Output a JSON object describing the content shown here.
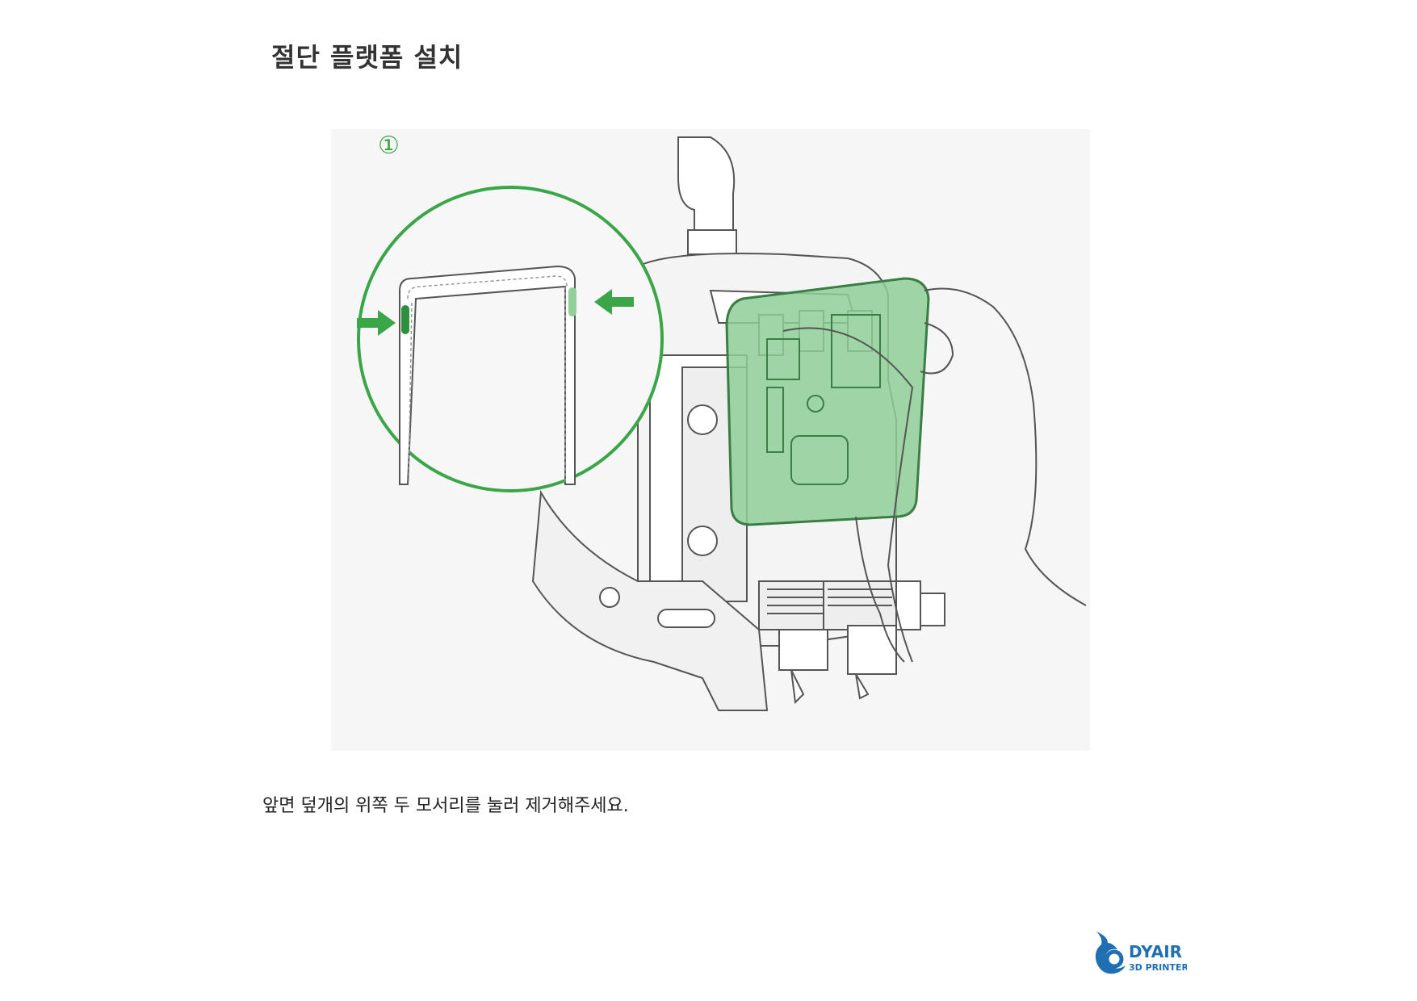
{
  "page": {
    "title": "절단 플랫폼 설치",
    "step_number": "①",
    "instruction": "앞면 덮개의 위쪽 두 모서리를 눌러 제거해주세요."
  },
  "logo": {
    "brand": "DYAIR",
    "subtitle": "3D PRINTER"
  },
  "colors": {
    "accent_green": "#3aa648",
    "cover_green": "#8fcf98",
    "line_gray": "#555555",
    "fill_light": "#f3f3f3",
    "logo_blue": "#1f6fb2"
  },
  "icons": {
    "press_arrow": "arrow-right-icon",
    "press_arrow_left": "arrow-left-icon"
  }
}
